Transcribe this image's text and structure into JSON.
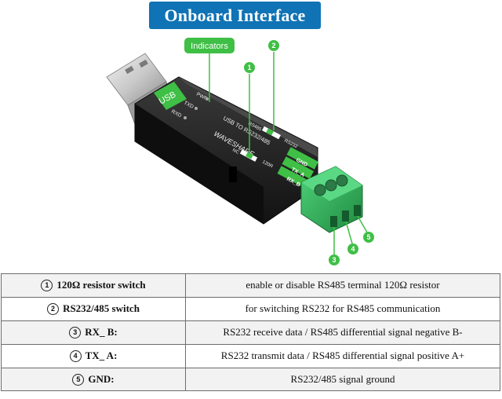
{
  "banner_title": "Onboard Interface",
  "device": {
    "indicators_label": "Indicators",
    "usb_label": "USB",
    "led_pwr": "PWR",
    "led_txd": "TXD",
    "led_rxd": "RXD",
    "model_label": "USB TO RS232/485",
    "brand_label": "WAVESHARE",
    "switch_rs485": "RS485",
    "switch_rs232": "RS232",
    "switch_nc": "NC",
    "switch_120r": "120R",
    "terminal_gnd": "GND",
    "terminal_tx": "TX_A",
    "terminal_rx": "RX_B",
    "callouts": [
      "1",
      "2",
      "3",
      "4",
      "5"
    ]
  },
  "table": {
    "rows": [
      {
        "num": "1",
        "key": "120Ω resistor switch",
        "value": "enable or disable RS485 terminal 120Ω resistor"
      },
      {
        "num": "2",
        "key": "RS232/485 switch",
        "value": "for switching RS232 for RS485 communication"
      },
      {
        "num": "3",
        "key": "RX_ B:",
        "value": "RS232 receive data / RS485 differential signal negative B-"
      },
      {
        "num": "4",
        "key": "TX_ A:",
        "value": "RS232 transmit data / RS485 differential signal positive A+"
      },
      {
        "num": "5",
        "key": "GND:",
        "value": "RS232/485 signal ground"
      }
    ]
  },
  "colors": {
    "banner_bg": "#0f73b5",
    "accent_green": "#3fbf45",
    "body_black": "#1c1c1c",
    "terminal_green": "#2fae55"
  }
}
